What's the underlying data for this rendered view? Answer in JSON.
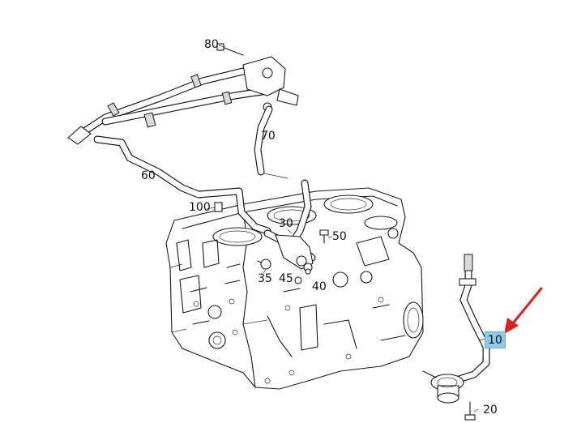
{
  "diagram": {
    "callouts": [
      {
        "id": "80",
        "label": "80"
      },
      {
        "id": "70",
        "label": "70"
      },
      {
        "id": "60",
        "label": "60"
      },
      {
        "id": "100",
        "label": "100"
      },
      {
        "id": "30",
        "label": "30"
      },
      {
        "id": "50",
        "label": "50"
      },
      {
        "id": "35",
        "label": "35"
      },
      {
        "id": "45",
        "label": "45"
      },
      {
        "id": "40",
        "label": "40"
      },
      {
        "id": "10",
        "label": "10",
        "highlighted": true
      },
      {
        "id": "20",
        "label": "20"
      }
    ],
    "highlight_color": "#8fc9ea",
    "arrow_color": "#e0201b"
  }
}
